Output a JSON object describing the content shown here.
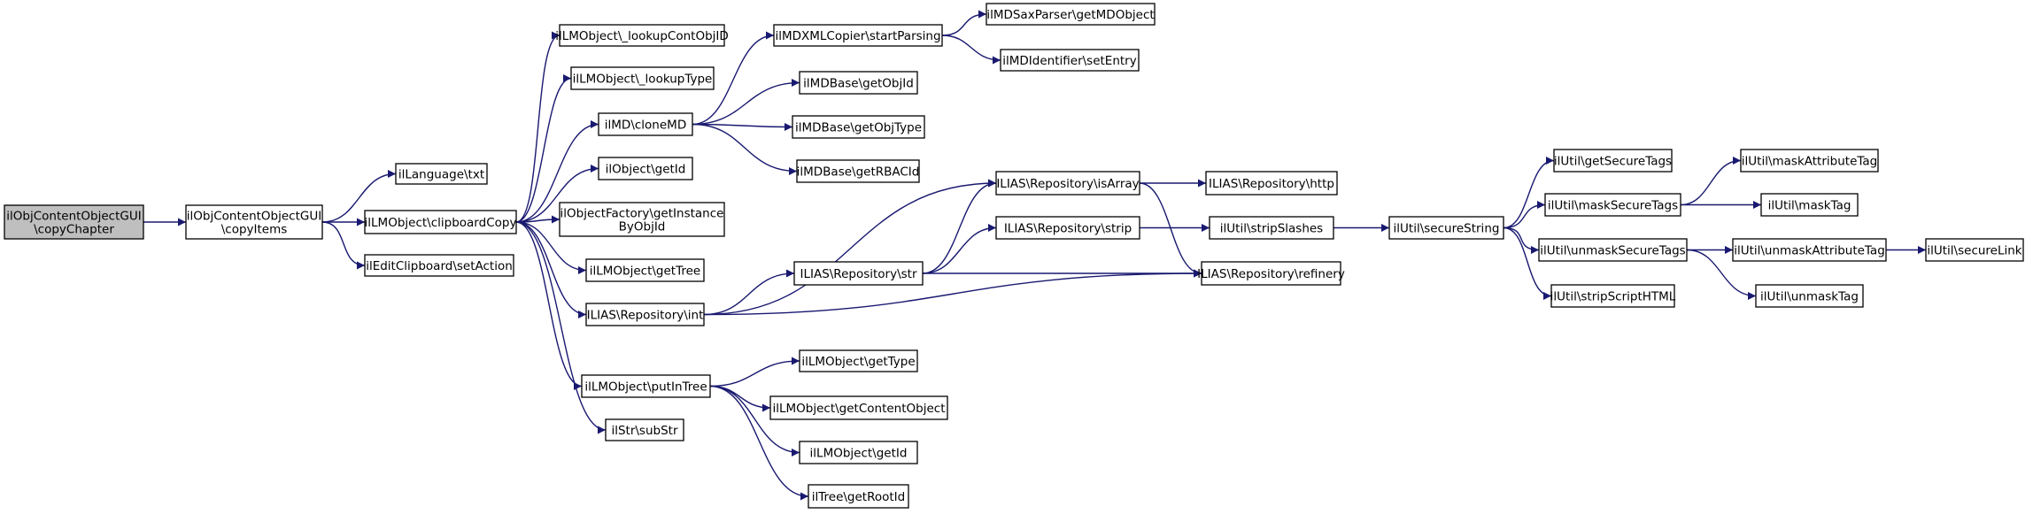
{
  "nodes": {
    "copyChapter": [
      "ilObjContentObjectGUI",
      "\\copyChapter"
    ],
    "copyItems": [
      "ilObjContentObjectGUI",
      "\\copyItems"
    ],
    "txt": [
      "ilLanguage\\txt"
    ],
    "clipboardCopy": [
      "ilLMObject\\clipboardCopy"
    ],
    "setAction": [
      "ilEditClipboard\\setAction"
    ],
    "lookupContObjID": [
      "ilLMObject\\_lookupContObjID"
    ],
    "lookupType": [
      "ilLMObject\\_lookupType"
    ],
    "cloneMD": [
      "ilMD\\cloneMD"
    ],
    "objGetId": [
      "ilObject\\getId"
    ],
    "getInstanceByObjId": [
      "ilObjectFactory\\getInstance",
      "ByObjId"
    ],
    "getTree": [
      "ilLMObject\\getTree"
    ],
    "repoInt": [
      "ILIAS\\Repository\\int"
    ],
    "putInTree": [
      "ilLMObject\\putInTree"
    ],
    "subStr": [
      "ilStr\\subStr"
    ],
    "startParsing": [
      "ilMDXMLCopier\\startParsing"
    ],
    "getMDObject": [
      "ilMDSaxParser\\getMDObject"
    ],
    "setEntry": [
      "ilMDIdentifier\\setEntry"
    ],
    "mdGetObjId": [
      "ilMDBase\\getObjId"
    ],
    "mdGetObjType": [
      "ilMDBase\\getObjType"
    ],
    "mdGetRBACId": [
      "ilMDBase\\getRBACId"
    ],
    "isArray": [
      "ILIAS\\Repository\\isArray"
    ],
    "repoStrip": [
      "ILIAS\\Repository\\strip"
    ],
    "repoStr": [
      "ILIAS\\Repository\\str"
    ],
    "http": [
      "ILIAS\\Repository\\http"
    ],
    "stripSlashes": [
      "ilUtil\\stripSlashes"
    ],
    "refinery": [
      "ILIAS\\Repository\\refinery"
    ],
    "lmGetType": [
      "ilLMObject\\getType"
    ],
    "getContentObject": [
      "ilLMObject\\getContentObject"
    ],
    "lmGetId": [
      "ilLMObject\\getId"
    ],
    "getRootId": [
      "ilTree\\getRootId"
    ],
    "secureString": [
      "ilUtil\\secureString"
    ],
    "getSecureTags": [
      "ilUtil\\getSecureTags"
    ],
    "maskSecureTags": [
      "ilUtil\\maskSecureTags"
    ],
    "unmaskSecureTags": [
      "ilUtil\\unmaskSecureTags"
    ],
    "stripScriptHTML": [
      "ilUtil\\stripScriptHTML"
    ],
    "maskAttributeTag": [
      "ilUtil\\maskAttributeTag"
    ],
    "maskTag": [
      "ilUtil\\maskTag"
    ],
    "unmaskAttributeTag": [
      "ilUtil\\unmaskAttributeTag"
    ],
    "unmaskTag": [
      "ilUtil\\unmaskTag"
    ],
    "secureLink": [
      "ilUtil\\secureLink"
    ]
  },
  "edges": [
    [
      "copyChapter",
      "copyItems"
    ],
    [
      "copyItems",
      "txt"
    ],
    [
      "copyItems",
      "clipboardCopy"
    ],
    [
      "copyItems",
      "setAction"
    ],
    [
      "clipboardCopy",
      "lookupContObjID"
    ],
    [
      "clipboardCopy",
      "lookupType"
    ],
    [
      "clipboardCopy",
      "cloneMD"
    ],
    [
      "clipboardCopy",
      "objGetId"
    ],
    [
      "clipboardCopy",
      "getInstanceByObjId"
    ],
    [
      "clipboardCopy",
      "getTree"
    ],
    [
      "clipboardCopy",
      "repoInt"
    ],
    [
      "clipboardCopy",
      "putInTree"
    ],
    [
      "clipboardCopy",
      "subStr"
    ],
    [
      "cloneMD",
      "startParsing"
    ],
    [
      "cloneMD",
      "mdGetObjId"
    ],
    [
      "cloneMD",
      "mdGetObjType"
    ],
    [
      "cloneMD",
      "mdGetRBACId"
    ],
    [
      "startParsing",
      "getMDObject"
    ],
    [
      "startParsing",
      "setEntry"
    ],
    [
      "repoInt",
      "isArray"
    ],
    [
      "repoInt",
      "repoStr"
    ],
    [
      "repoInt",
      "refinery"
    ],
    [
      "repoStr",
      "isArray"
    ],
    [
      "repoStr",
      "repoStrip"
    ],
    [
      "repoStr",
      "refinery"
    ],
    [
      "isArray",
      "http"
    ],
    [
      "isArray",
      "refinery"
    ],
    [
      "repoStrip",
      "stripSlashes"
    ],
    [
      "stripSlashes",
      "secureString"
    ],
    [
      "putInTree",
      "lmGetType"
    ],
    [
      "putInTree",
      "getContentObject"
    ],
    [
      "putInTree",
      "lmGetId"
    ],
    [
      "putInTree",
      "getRootId"
    ],
    [
      "secureString",
      "getSecureTags"
    ],
    [
      "secureString",
      "maskSecureTags"
    ],
    [
      "secureString",
      "unmaskSecureTags"
    ],
    [
      "secureString",
      "stripScriptHTML"
    ],
    [
      "maskSecureTags",
      "maskAttributeTag"
    ],
    [
      "maskSecureTags",
      "maskTag"
    ],
    [
      "unmaskSecureTags",
      "unmaskAttributeTag"
    ],
    [
      "unmaskSecureTags",
      "unmaskTag"
    ],
    [
      "unmaskAttributeTag",
      "secureLink"
    ]
  ],
  "colors": {
    "edge": "#191970",
    "root_fill": "#bfbfbf",
    "node_fill": "#ffffff",
    "border": "#000000"
  }
}
